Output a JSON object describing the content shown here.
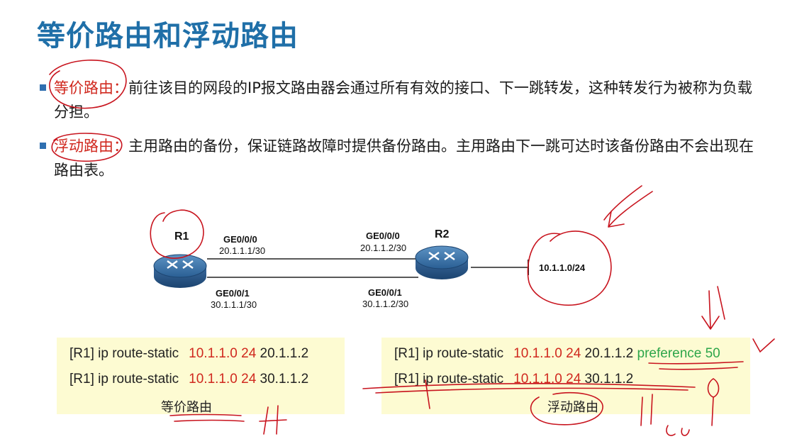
{
  "title": "等价路由和浮动路由",
  "bullets": [
    {
      "keyword": "等价路由",
      "sep": "：",
      "text": "前往该目的网段的IP报文路由器会通过所有有效的接口、下一跳转发，这种转发行为被称为负载分担。"
    },
    {
      "keyword": "浮动路由",
      "sep": "：",
      "text": "主用路由的备份，保证链路故障时提供备份路由。主用路由下一跳可达时该备份路由不会出现在路由表。"
    }
  ],
  "diagram": {
    "r1": {
      "name": "R1",
      "if_top": "GE0/0/0",
      "ip_top": "20.1.1.1/30",
      "if_bottom": "GE0/0/1",
      "ip_bottom": "30.1.1.1/30"
    },
    "r2": {
      "name": "R2",
      "if_top": "GE0/0/0",
      "ip_top": "20.1.1.2/30",
      "if_bottom": "GE0/0/1",
      "ip_bottom": "30.1.1.2/30"
    },
    "network": "10.1.1.0/24"
  },
  "config_left": {
    "line1": {
      "prefix": "[R1] ip route-static",
      "dest": "10.1.1.0 24",
      "nexthop": "20.1.1.2"
    },
    "line2": {
      "prefix": "[R1] ip route-static",
      "dest": "10.1.1.0 24",
      "nexthop": "30.1.1.2"
    },
    "caption": "等价路由"
  },
  "config_right": {
    "line1": {
      "prefix": "[R1] ip route-static",
      "dest": "10.1.1.0 24",
      "nexthop": "20.1.1.2",
      "extra": "preference 50"
    },
    "line2": {
      "prefix": "[R1] ip route-static",
      "dest": "10.1.1.0 24",
      "nexthop": "30.1.1.2"
    },
    "caption": "浮动路由"
  },
  "colors": {
    "title": "#1f6fa8",
    "keyword": "#d0281e",
    "bullet": "#2f6fb0",
    "config_bg": "#fdfbd2",
    "dest": "#d0281e",
    "preference": "#2da64a",
    "annotation_ink": "#c8141e"
  },
  "icons": {
    "router": "router-icon"
  }
}
